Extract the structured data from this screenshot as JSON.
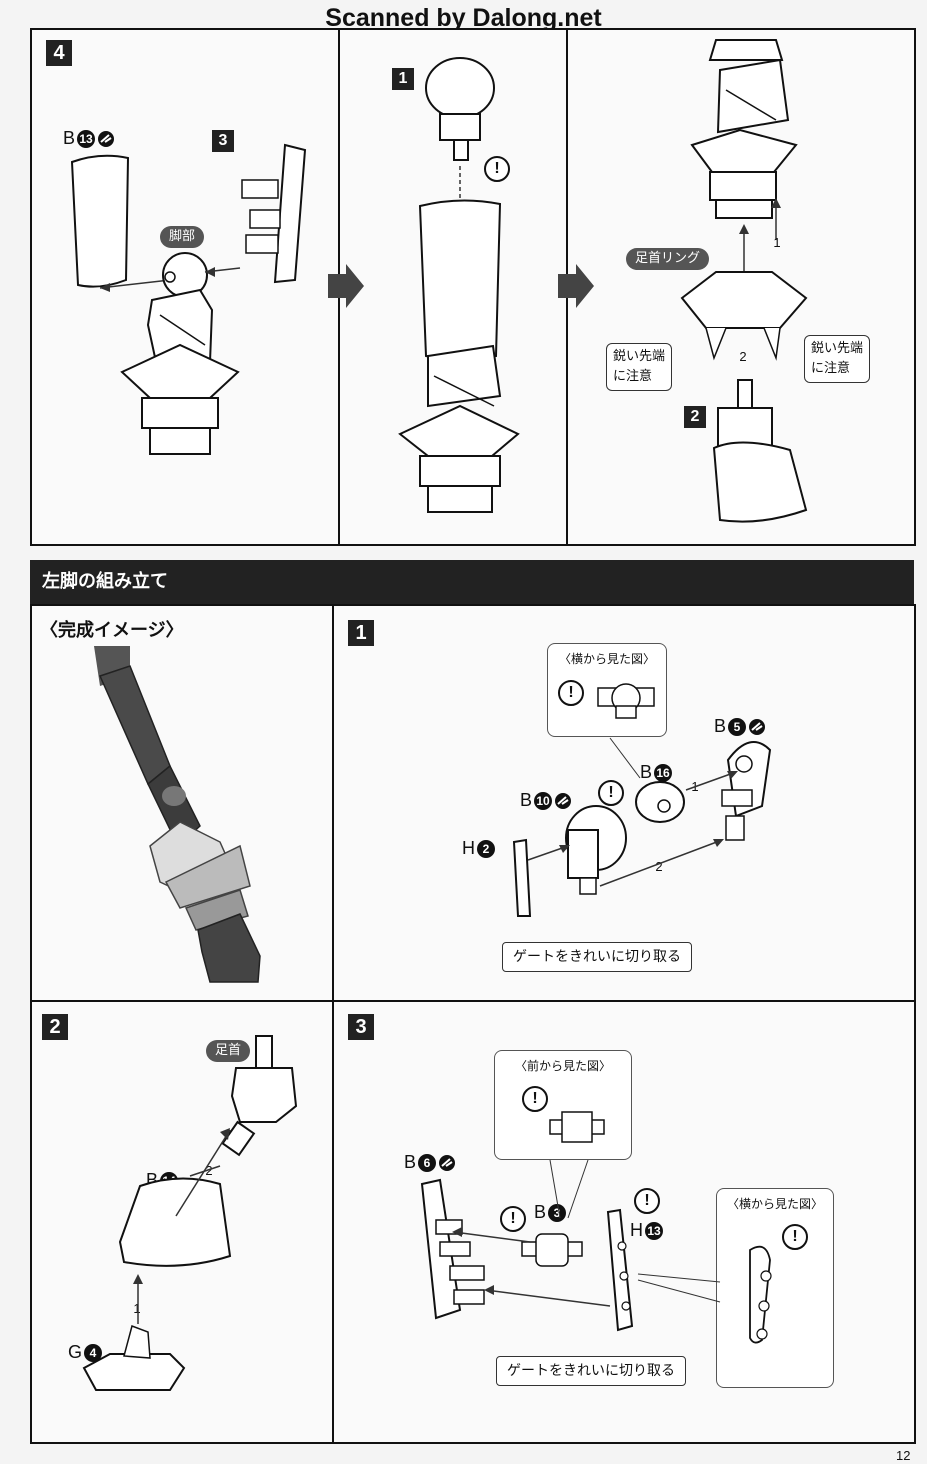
{
  "watermark": "Scanned by Dalong.net",
  "page_number": "12",
  "step4": {
    "number": "4",
    "left_part": {
      "letter": "B",
      "num": "13"
    },
    "sub3": "3",
    "leg_label": "脚部",
    "sub1": "1",
    "ring_label": "足首リング",
    "caution_left": [
      "鋭い先端",
      "に注意"
    ],
    "caution_right": [
      "鋭い先端",
      "に注意"
    ],
    "order1": "1",
    "order2": "2",
    "sub2": "2"
  },
  "left_leg": {
    "banner": "左脚の組み立て",
    "image_title": "〈完成イメージ〉"
  },
  "step1": {
    "number": "1",
    "side_view": "〈横から見た図〉",
    "b5": {
      "letter": "B",
      "num": "5"
    },
    "b16": {
      "letter": "B",
      "num": "16"
    },
    "b10": {
      "letter": "B",
      "num": "10"
    },
    "h2": {
      "letter": "H",
      "num": "2"
    },
    "order1": "1",
    "order2": "2",
    "gate_note": "ゲートをきれいに切り取る"
  },
  "step2": {
    "number": "2",
    "ankle_label": "足首",
    "b14": {
      "letter": "B",
      "num": "14"
    },
    "g4": {
      "letter": "G",
      "num": "4"
    },
    "order1": "1",
    "order2": "2"
  },
  "step3": {
    "number": "3",
    "front_view": "〈前から見た図〉",
    "side_view": "〈横から見た図〉",
    "b6": {
      "letter": "B",
      "num": "6"
    },
    "b3": {
      "letter": "B",
      "num": "3"
    },
    "h13": {
      "letter": "H",
      "num": "13"
    },
    "gate_note": "ゲートをきれいに切り取る"
  }
}
